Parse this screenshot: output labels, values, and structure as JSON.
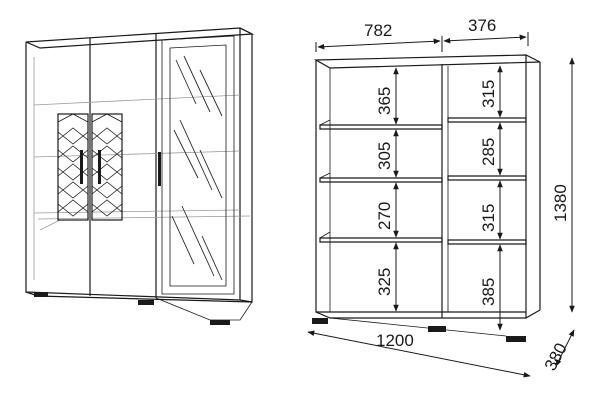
{
  "diagram": {
    "dimensions": {
      "left_section_width": "782",
      "right_section_width": "376",
      "total_width": "1200",
      "total_height": "1380",
      "depth": "380",
      "left_shelf_gaps": [
        "365",
        "305",
        "270",
        "325"
      ],
      "right_shelf_gaps": [
        "315",
        "285",
        "315",
        "385"
      ]
    }
  }
}
